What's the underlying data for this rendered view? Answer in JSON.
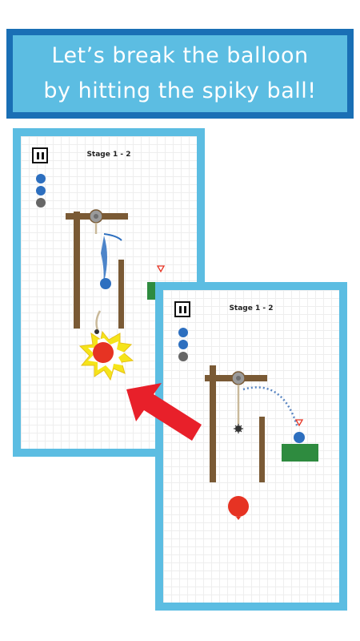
{
  "banner": {
    "line1": "Let’s break the balloon",
    "line2": "by hitting the spiky ball!"
  },
  "screens": [
    {
      "stage_label": "Stage 1 - 2",
      "balls_remaining": [
        "blue",
        "blue",
        "gray"
      ]
    },
    {
      "stage_label": "Stage 1 - 2",
      "balls_remaining": [
        "blue",
        "blue",
        "gray"
      ]
    }
  ],
  "colors": {
    "frame": "#5cbde2",
    "banner_border": "#1a6fb5",
    "wood": "#7a5a35",
    "platform": "#2e8b3f",
    "ball_blue": "#2d6fbf",
    "ball_gray": "#666666",
    "balloon": "#e63323",
    "arrow": "#e8202a",
    "burst_outer": "#f5e41a",
    "pulley": "#9a9a9a"
  },
  "icons": {
    "pause": "pause-icon",
    "arrow": "red-arrow-icon",
    "balloon": "balloon-icon",
    "spiky_ball": "spiky-ball-icon",
    "target": "target-triangle-icon"
  }
}
